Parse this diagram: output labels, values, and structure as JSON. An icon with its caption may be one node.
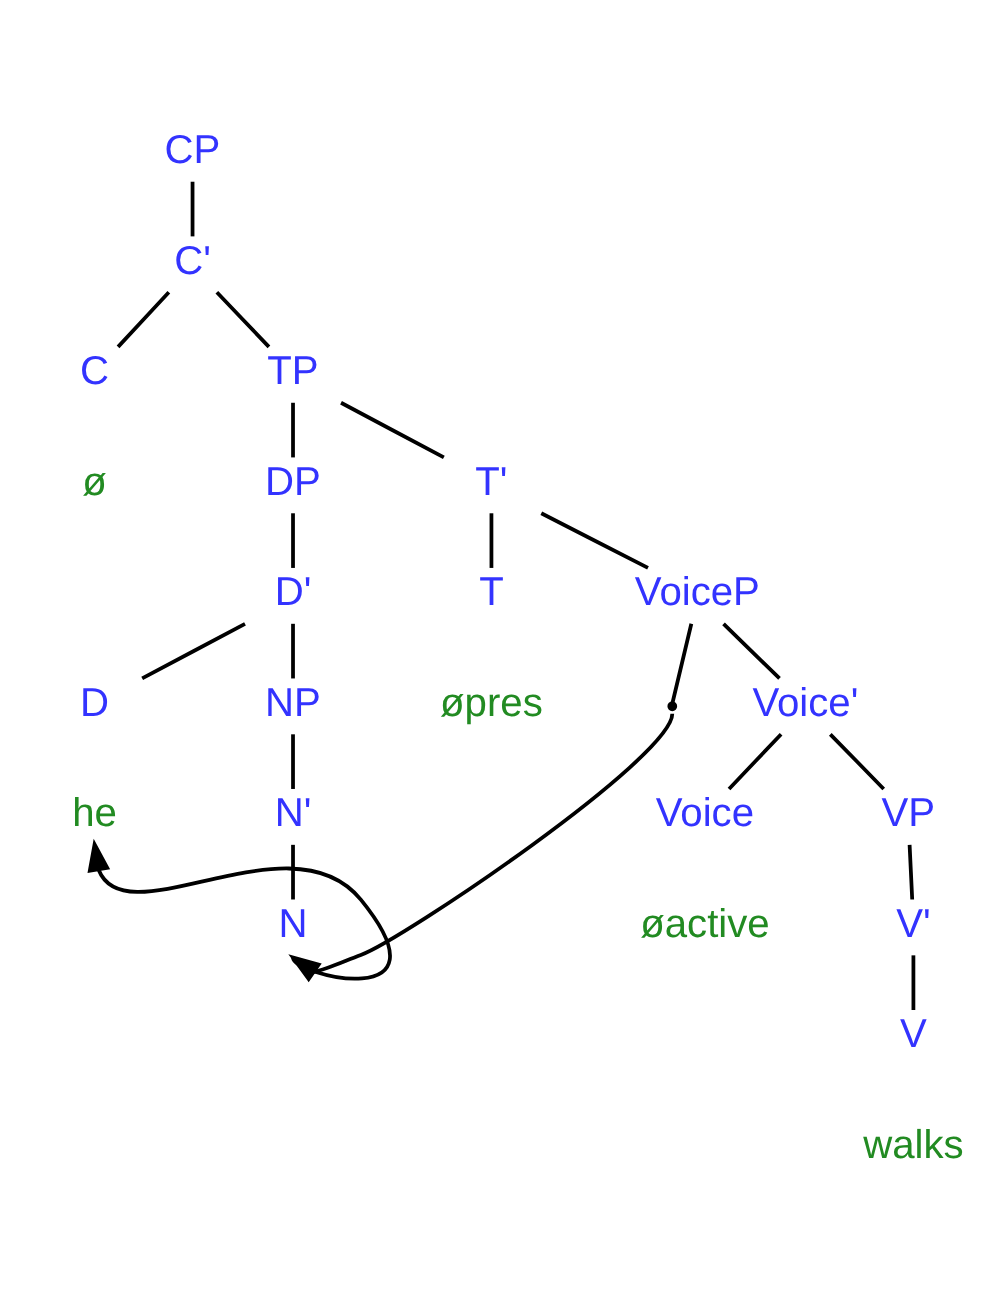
{
  "diagram": {
    "nodes": [
      {
        "text": [
          "CP"
        ]
      },
      {
        "text": [
          "C'"
        ]
      },
      {
        "text": [
          "C"
        ]
      },
      {
        "text": [
          "TP"
        ]
      },
      {
        "text": [
          "ø"
        ]
      },
      {
        "text": [
          "DP"
        ]
      },
      {
        "text": [
          "T'"
        ]
      },
      {
        "text": [
          "D'"
        ]
      },
      {
        "text": [
          "T"
        ]
      },
      {
        "text": [
          "VoiceP"
        ]
      },
      {
        "text": [
          "D"
        ]
      },
      {
        "text": [
          "NP"
        ]
      },
      {
        "text": [
          "øpres"
        ]
      },
      {
        "text": [],
        "shape": "point"
      },
      {
        "text": [
          "Voice'"
        ]
      },
      {
        "text": [
          "he"
        ]
      },
      {
        "text": [
          "N'"
        ]
      },
      {
        "text": [
          "Voice"
        ]
      },
      {
        "text": [
          "VP"
        ]
      },
      {
        "text": [
          "N"
        ]
      },
      {
        "text": [
          "øactive"
        ]
      },
      {
        "text": [
          "V'"
        ]
      },
      {
        "text": [
          "V"
        ]
      },
      {
        "text": [
          "walks"
        ]
      }
    ],
    "edges": [
      {
        "from": 0,
        "to": 1,
        "arrow": "none"
      },
      {
        "from": 1,
        "to": 2,
        "arrow": "none"
      },
      {
        "from": 1,
        "to": 3,
        "arrow": "none"
      },
      {
        "from": 3,
        "to": 5,
        "arrow": "none"
      },
      {
        "from": 3,
        "to": 6,
        "arrow": "none"
      },
      {
        "from": 5,
        "to": 7,
        "arrow": "none"
      },
      {
        "from": 6,
        "to": 8,
        "arrow": "none"
      },
      {
        "from": 6,
        "to": 9,
        "arrow": "none"
      },
      {
        "from": 7,
        "to": 10,
        "arrow": "none"
      },
      {
        "from": 7,
        "to": 11,
        "arrow": "none"
      },
      {
        "from": 9,
        "to": 13,
        "arrow": "none"
      },
      {
        "from": 9,
        "to": 14,
        "arrow": "none"
      },
      {
        "from": 11,
        "to": 16,
        "arrow": "none"
      },
      {
        "from": 14,
        "to": 17,
        "arrow": "none"
      },
      {
        "from": 14,
        "to": 18,
        "arrow": "none"
      },
      {
        "from": 16,
        "to": 19,
        "arrow": "none"
      },
      {
        "from": 18,
        "to": 21,
        "arrow": "none"
      },
      {
        "from": 21,
        "to": 22,
        "arrow": "none"
      },
      {
        "from": 19,
        "to": 15,
        "arrow": "to"
      },
      {
        "from": 13,
        "to": 19,
        "arrow": "to"
      }
    ]
  }
}
